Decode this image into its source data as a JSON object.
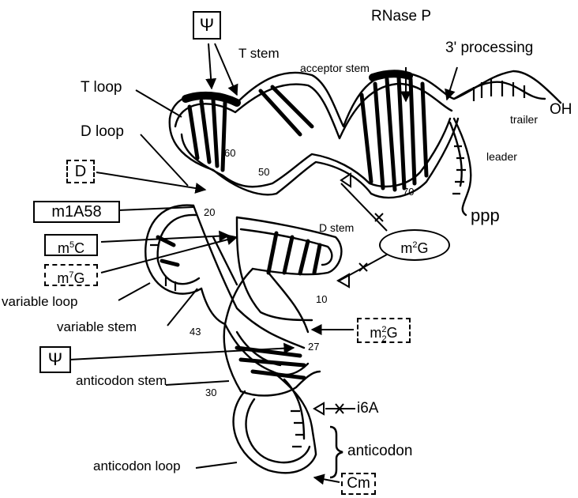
{
  "labels": {
    "psi_top": "Ψ",
    "rnase_p": "RNase P",
    "processing_3": "3' processing",
    "t_stem": "T stem",
    "acceptor_stem": "acceptor stem",
    "t_loop": "T loop",
    "trailer": "trailer",
    "oh": "OH",
    "d_loop": "D loop",
    "leader": "leader",
    "d_mod": "D",
    "m1a58": "m1A58",
    "ppp": "ppp",
    "d_stem": "D stem",
    "m2g_base": "m",
    "m2g_sup": "2",
    "m2g_end": "G",
    "m5c_base": "m",
    "m5c_sup": "5",
    "m5c_end": "C",
    "m7g_base": "m",
    "m7g_sup": "7",
    "m7g_end": "G",
    "variable_loop": "variable loop",
    "variable_stem": "variable stem",
    "m22g_base": "m",
    "m22g_sup": "2",
    "m22g_sub": "2",
    "m22g_end": "G",
    "psi_bottom": "Ψ",
    "anticodon_stem": "anticodon stem",
    "i6a": "i6A",
    "anticodon": "anticodon",
    "anticodon_loop": "anticodon loop",
    "cm": "Cm"
  },
  "numbers": {
    "n60": "60",
    "n50": "50",
    "n20": "20",
    "n70": "70",
    "n10": "10",
    "n43": "43",
    "n27": "27",
    "n30": "30"
  }
}
